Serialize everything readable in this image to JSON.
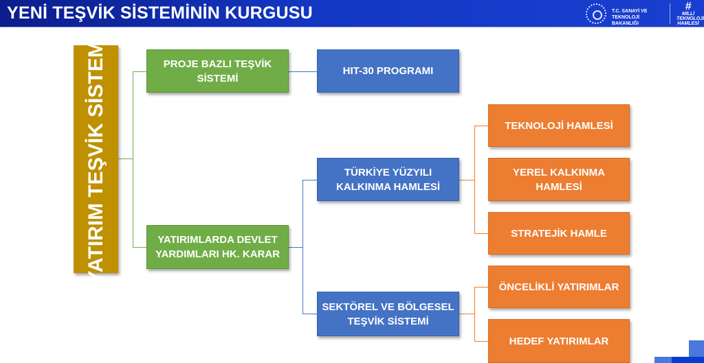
{
  "header": {
    "title": "YENİ TEŞVİK SİSTEMİNİN KURGUSU",
    "ministry": "T.C. SANAYİ VE TEKNOLOJİ BAKANLIĞI",
    "hashtag_symbol": "#",
    "hashtag": "MİLLİ TEKNOLOJİ HAMLESİ"
  },
  "diagram": {
    "root": "YATIRIM TEŞVİK SİSTEMİ",
    "level1": [
      "PROJE BAZLI TEŞVİK SİSTEMİ",
      "YATIRIMLARDA DEVLET YARDIMLARI HK. KARAR"
    ],
    "level2": [
      "HIT-30 PROGRAMI",
      "TÜRKİYE YÜZYILI KALKINMA HAMLESİ",
      "SEKTÖREL VE BÖLGESEL TEŞVİK SİSTEMİ"
    ],
    "level3": [
      "TEKNOLOJİ HAMLESİ",
      "YEREL KALKINMA HAMLESİ",
      "STRATEJİK HAMLE",
      "ÖNCELİKLİ YATIRIMLAR",
      "HEDEF YATIRIMLAR"
    ]
  },
  "colors": {
    "header": "#1a3fd0",
    "root": "#bf9000",
    "level1": "#70ad47",
    "level2": "#4472c4",
    "level3": "#ed7d31"
  }
}
